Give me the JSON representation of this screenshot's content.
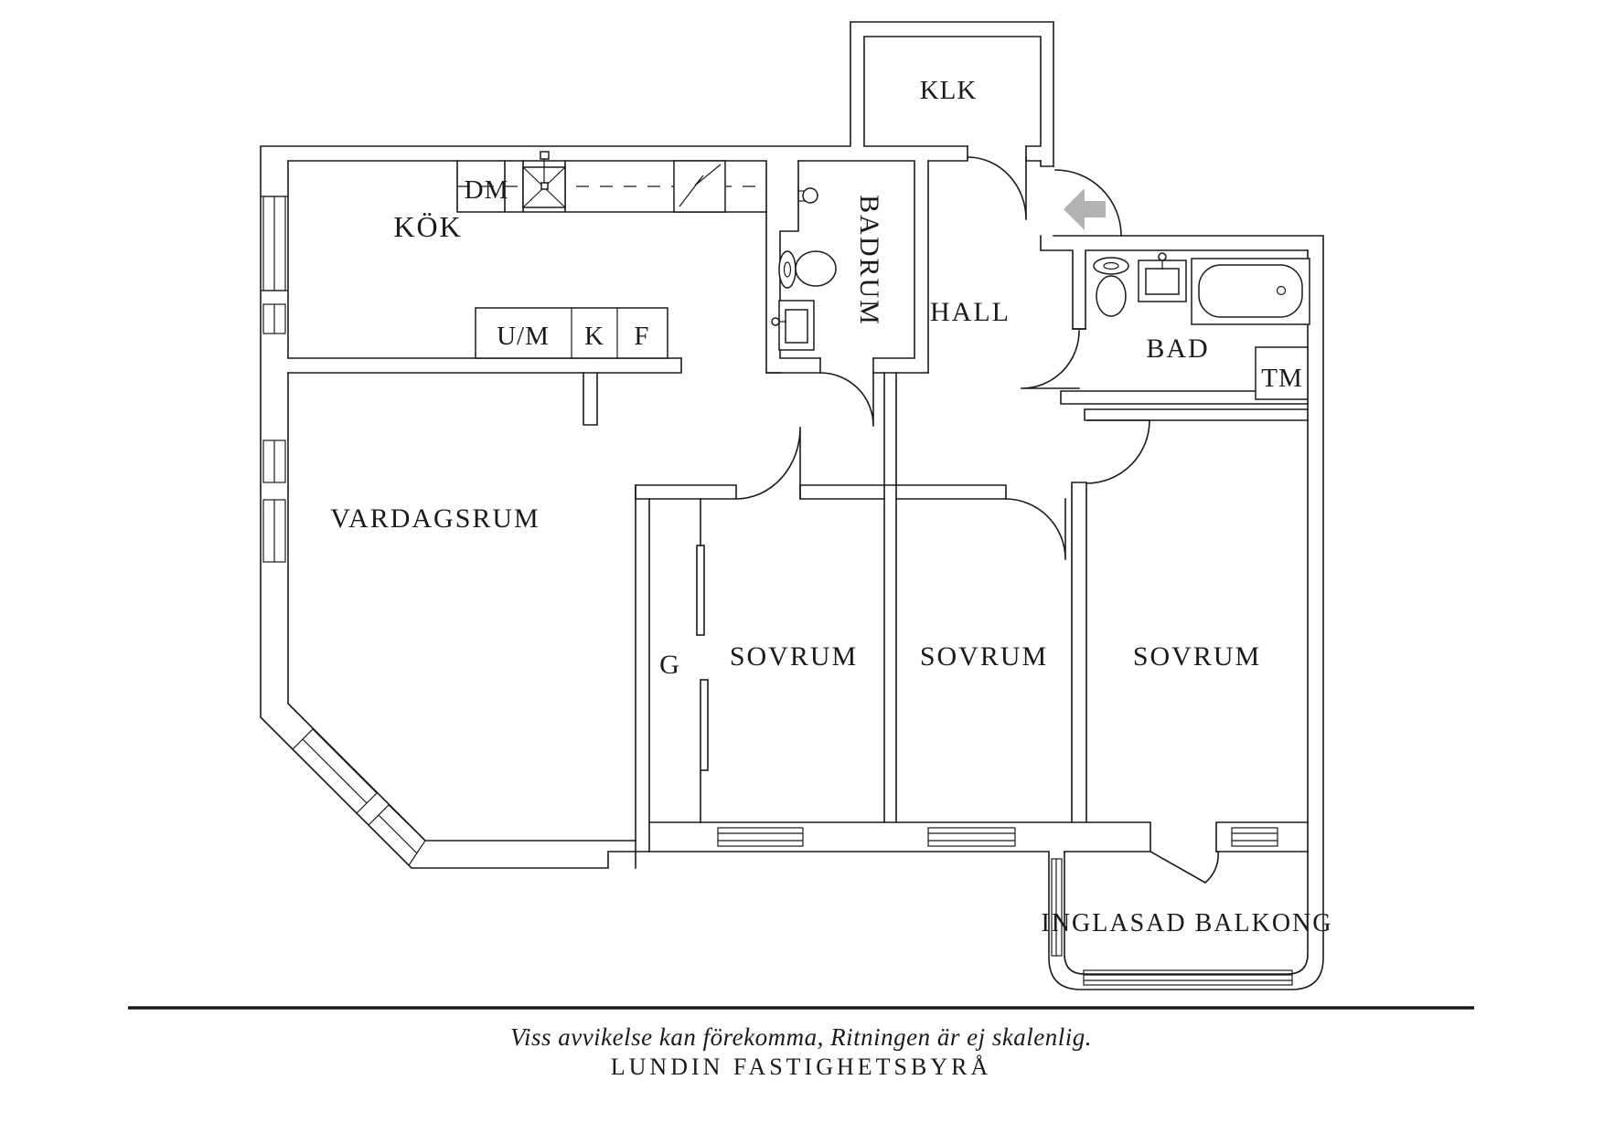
{
  "title": "Apartment floor plan",
  "labels": {
    "klk": "KLK",
    "kok": "KÖK",
    "dm": "DM",
    "um": "U/M",
    "k": "K",
    "f": "F",
    "badrum": "BADRUM",
    "hall": "HALL",
    "bad": "BAD",
    "tm": "TM",
    "vardagsrum": "VARDAGSRUM",
    "g": "G",
    "sovrum": "SOVRUM",
    "balkong": "INGLASAD BALKONG"
  },
  "footer": {
    "disclaimer": "Viss avvikelse kan förekomma, Ritningen är ej skalenlig.",
    "brand": "LUNDIN FASTIGHETSBYRÅ"
  },
  "colors": {
    "line": "#1a1a1a",
    "entrance_arrow": "#b2b2b2",
    "background": "#ffffff"
  },
  "icons": [
    "entrance-arrow-icon",
    "sink-icon",
    "stove-icon",
    "toilet-icon",
    "shower-icon",
    "washbasin-icon",
    "bathtub-icon",
    "window-symbol",
    "door-arc",
    "sliding-door"
  ]
}
